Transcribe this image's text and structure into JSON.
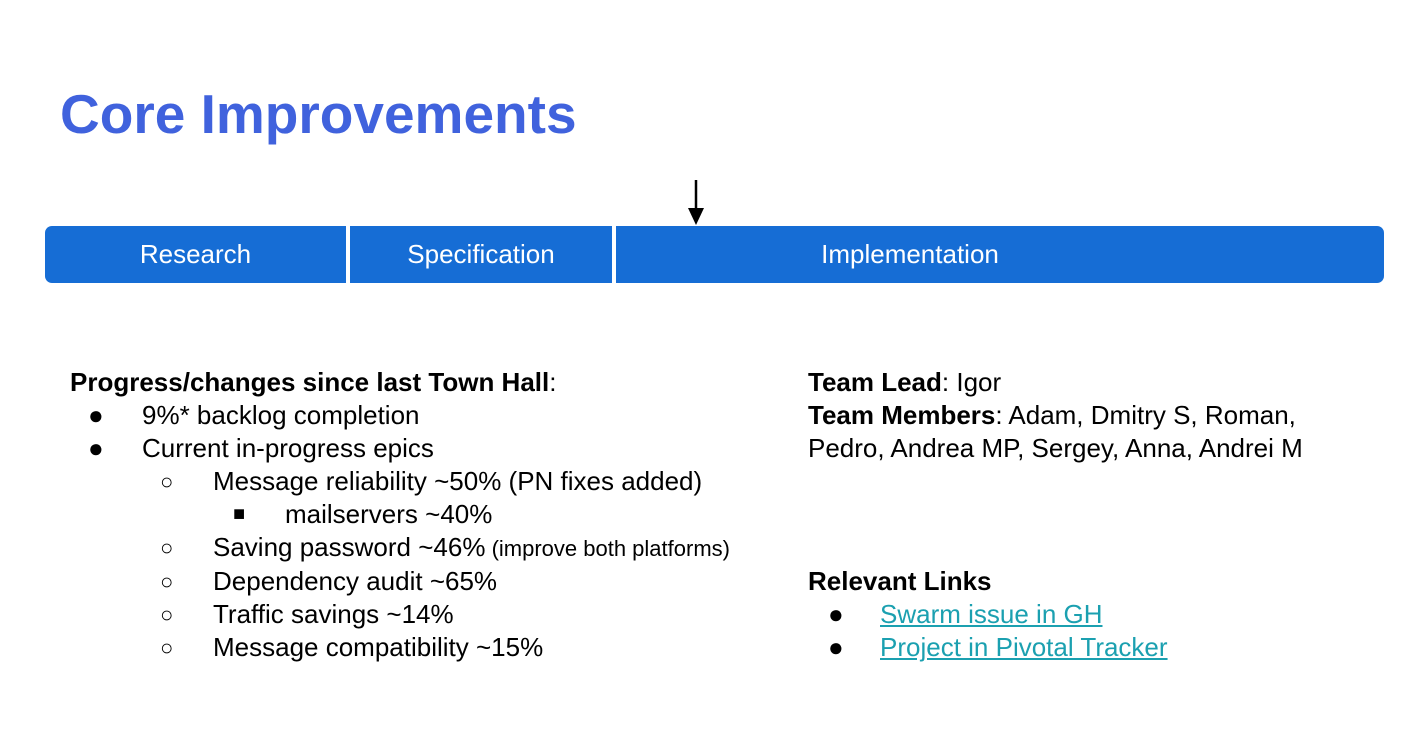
{
  "slide": {
    "title": "Core Improvements"
  },
  "phases": {
    "items": [
      {
        "label": "Research"
      },
      {
        "label": "Specification"
      },
      {
        "label": "Implementation"
      }
    ],
    "color": "#166dd5",
    "current_phase": "Implementation"
  },
  "progress": {
    "heading": "Progress/changes since last Town Hall",
    "heading_suffix": ":",
    "items": [
      {
        "text": "9%* backlog completion"
      },
      {
        "text": "Current in-progress epics"
      }
    ],
    "epics": [
      {
        "text": "Message reliability ~50% (PN fixes added)"
      },
      {
        "text": "Saving password ~46%",
        "note": " (improve both platforms)"
      },
      {
        "text": "Dependency audit ~65%"
      },
      {
        "text": "Traffic savings ~14%"
      },
      {
        "text": "Message compatibility ~15%"
      }
    ],
    "sub_epic": {
      "text": "mailservers ~40%"
    },
    "bullets": {
      "level1": "●",
      "level2": "○",
      "level3": "■"
    }
  },
  "team": {
    "lead_label": "Team Lead",
    "lead_value": ": Igor",
    "members_label": "Team Members",
    "members_line1": ": Adam, Dmitry S, Roman,",
    "members_line2": "Pedro, Andrea MP, Sergey, Anna, Andrei M"
  },
  "links": {
    "heading": "Relevant Links",
    "items": [
      {
        "label": "Swarm issue in GH"
      },
      {
        "label": "Project in Pivotal Tracker"
      }
    ],
    "color": "#1ba0b0"
  },
  "colors": {
    "title": "#4062dd",
    "text": "#000000",
    "background": "#ffffff"
  }
}
